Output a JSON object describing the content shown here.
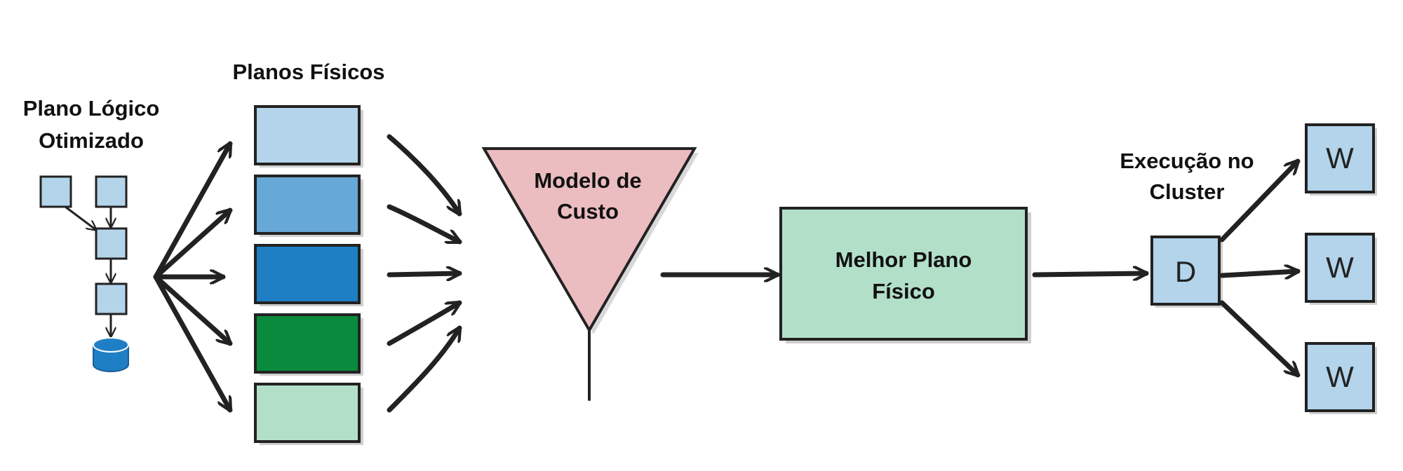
{
  "labels": {
    "logical_plan": [
      "Plano Lógico",
      "Otimizado"
    ],
    "physical_plans": "Planos Físicos",
    "cost_model": [
      "Modelo de",
      "Custo"
    ],
    "best_plan": [
      "Melhor Plano",
      "Físico"
    ],
    "cluster_exec": [
      "Execução no",
      "Cluster"
    ],
    "driver": "D",
    "worker": "W"
  },
  "colors": {
    "plan_1": "#b3d4ea",
    "plan_2": "#66a8d6",
    "plan_3": "#1f7fc4",
    "plan_4": "#0a8a3c",
    "plan_5": "#b2dfc8",
    "cost_model": "#ebbcc0",
    "best_plan": "#b2dfc8",
    "node": "#b3d4ea",
    "logical_node": "#b3d4ea",
    "database": "#1f7fc4"
  }
}
